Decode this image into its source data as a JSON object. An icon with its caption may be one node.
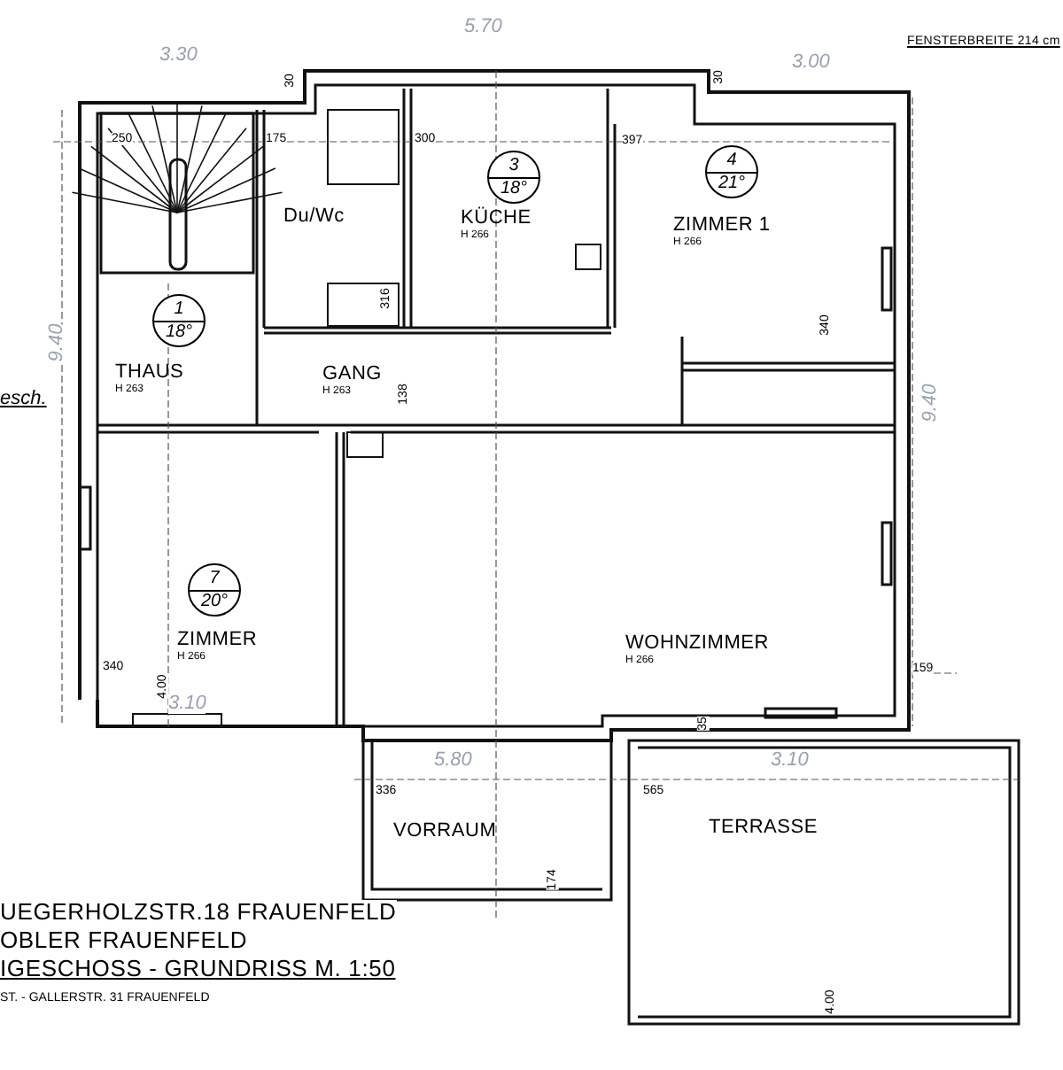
{
  "diagram": {
    "nodes": [
      {
        "text": [
          "Du/Wc"
        ]
      },
      {
        "text": [
          "KÜCHE",
          "H 266"
        ]
      },
      {
        "text": [
          "3",
          "18°"
        ],
        "in": 1
      },
      {
        "text": [
          "ZIMMER 1",
          "H 266"
        ]
      },
      {
        "text": [
          "4",
          "21°"
        ],
        "in": 3
      },
      {
        "text": [
          "THAUS",
          "H 263"
        ]
      },
      {
        "text": [
          "1",
          "18°"
        ],
        "in": 5
      },
      {
        "text": [
          "GANG",
          "H 263"
        ]
      },
      {
        "text": [
          "ZIMMER",
          "H 266"
        ]
      },
      {
        "text": [
          "7",
          "20°"
        ],
        "in": 8
      },
      {
        "text": [
          "WOHNZIMMER",
          "H 266"
        ]
      },
      {
        "text": [
          "VORRAUM"
        ]
      },
      {
        "text": [
          "TERRASSE"
        ]
      }
    ],
    "edges": [],
    "labels": [
      "3.30",
      "5.70",
      "FENSTERBREITE 214 cm",
      "30",
      "30",
      "3.00",
      "250",
      "175",
      "300",
      "397",
      "9.40",
      "esch.",
      "316",
      "340",
      "9.40",
      "138",
      "340",
      "4.00",
      "159",
      "3.10",
      "35",
      "5.80",
      "3.10",
      "336",
      "565",
      "174",
      "4.00",
      "UEGERHOLZSTR.18 FRAUENFELD",
      "OBLER FRAUENFELD",
      "IGESCHOSS - GRUNDRISS M. 1:50",
      "ST. - GALLERSTR. 31 FRAUENFELD"
    ]
  }
}
